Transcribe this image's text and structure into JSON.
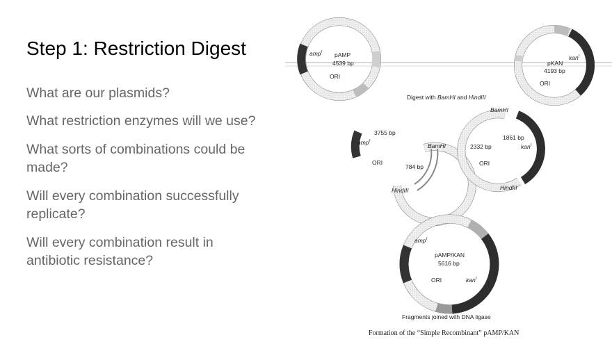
{
  "slide": {
    "title": "Step 1: Restriction Digest",
    "bullets": [
      "What are our plasmids?",
      "What restriction enzymes will we use?",
      "What sorts of combinations could be made?",
      "Will every combination successfully replicate?",
      "Will every combination result in antibiotic resistance?"
    ]
  },
  "figure": {
    "pamp": {
      "gene": "amp",
      "gene_sup": "r",
      "name": "pAMP",
      "size": "4539 bp",
      "ori": "ORI"
    },
    "pkan": {
      "name": "pKAN",
      "size": "4193 bp",
      "gene": "kan",
      "gene_sup": "r",
      "ori": "ORI"
    },
    "digest_label_prefix": "Digest with ",
    "digest_enzyme1": "BamHI",
    "digest_and": " and ",
    "digest_enzyme2": "HindIII",
    "frag_amp": {
      "large_size": "3755 bp",
      "gene": "amp",
      "gene_sup": "r",
      "bamhi": "BamHI",
      "ori": "ORI",
      "small_size": "784 bp",
      "hindiii": "HindIII"
    },
    "frag_kan": {
      "bamhi": "BamHI",
      "large_size": "1861 bp",
      "small_size": "2332 bp",
      "gene": "kan",
      "gene_sup": "r",
      "ori": "ORI",
      "hindiii": "HindIII"
    },
    "recomb": {
      "gene_amp": "amp",
      "gene_sup": "r",
      "name": "pAMP/KAN",
      "size": "5616 bp",
      "ori": "ORI",
      "gene_kan": "kan"
    },
    "ligase_label": "Fragments joined with DNA ligase",
    "caption": "Formation of the “Simple Recombinant” pAMP/KAN"
  }
}
